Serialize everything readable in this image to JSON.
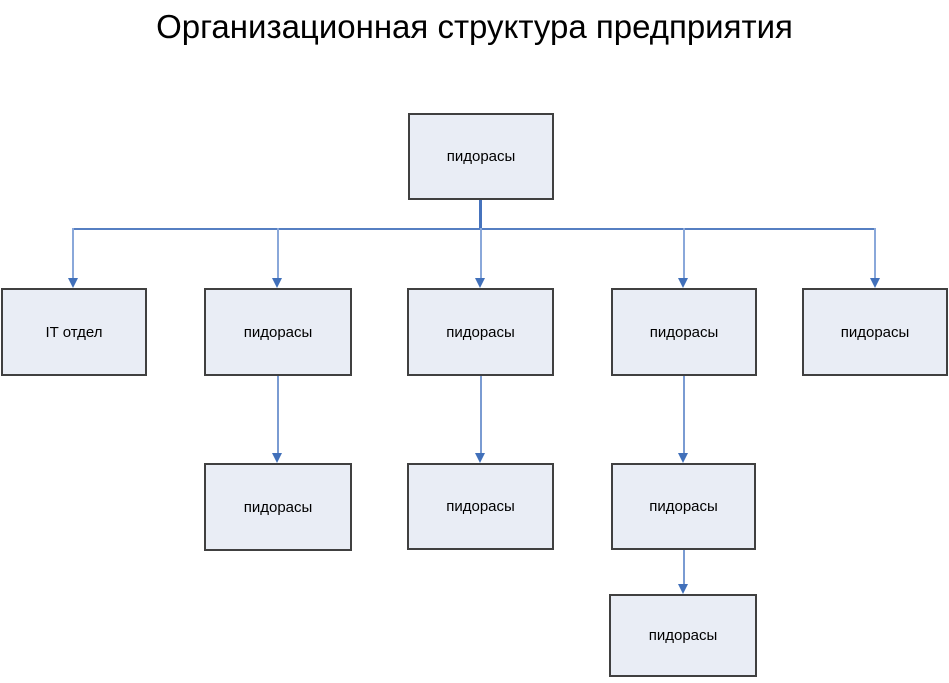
{
  "title": "Организационная структура предприятия",
  "colors": {
    "box_fill": "#e9edf5",
    "box_border": "#404040",
    "connector_bar": "#567fc2",
    "connector_stem_light": "#8aa8da",
    "connector_root_stem": "#4673bd",
    "arrowhead": "#4170ba",
    "title_text": "#000000",
    "box_text": "#000000",
    "background": "#ffffff"
  },
  "nodes": [
    {
      "id": "root",
      "level": 1,
      "label": "пидорасы"
    },
    {
      "id": "it-dept",
      "level": 2,
      "label": "IT отдел"
    },
    {
      "id": "dept-2",
      "level": 2,
      "label": "пидорасы"
    },
    {
      "id": "dept-3",
      "level": 2,
      "label": "пидорасы"
    },
    {
      "id": "dept-4",
      "level": 2,
      "label": "пидорасы"
    },
    {
      "id": "dept-5",
      "level": 2,
      "label": "пидорасы"
    },
    {
      "id": "sub-2",
      "level": 3,
      "label": "пидорасы"
    },
    {
      "id": "sub-3",
      "level": 3,
      "label": "пидорасы"
    },
    {
      "id": "sub-4",
      "level": 3,
      "label": "пидорасы"
    },
    {
      "id": "sub-4-2",
      "level": 4,
      "label": "пидорасы"
    }
  ],
  "edges": [
    {
      "from": "root",
      "to": "it-dept"
    },
    {
      "from": "root",
      "to": "dept-2"
    },
    {
      "from": "root",
      "to": "dept-3"
    },
    {
      "from": "root",
      "to": "dept-4"
    },
    {
      "from": "root",
      "to": "dept-5"
    },
    {
      "from": "dept-2",
      "to": "sub-2"
    },
    {
      "from": "dept-3",
      "to": "sub-3"
    },
    {
      "from": "dept-4",
      "to": "sub-4"
    },
    {
      "from": "sub-4",
      "to": "sub-4-2"
    }
  ]
}
